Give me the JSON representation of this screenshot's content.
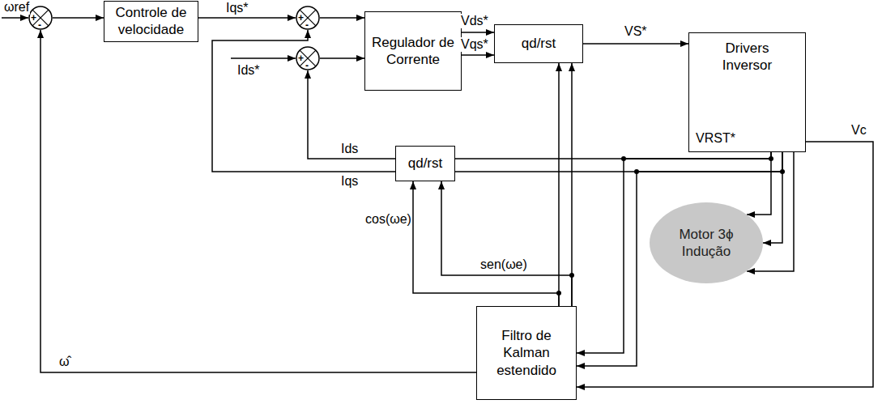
{
  "diagram": {
    "nodes": [
      {
        "text": [
          "+",
          "-"
        ]
      },
      {
        "text": [
          "Controle de velocidade"
        ]
      },
      {
        "text": [
          "+",
          "-"
        ]
      },
      {
        "text": [
          "+",
          "-"
        ]
      },
      {
        "text": [
          "Regulador de Corrente"
        ]
      },
      {
        "text": [
          "qd/rst"
        ]
      },
      {
        "text": [
          "Drivers Inversor"
        ]
      },
      {
        "text": [
          "qd/rst"
        ]
      },
      {
        "text": [
          "Motor 3ϕ Indução"
        ]
      },
      {
        "text": [
          "Filtro de Kalman estendido"
        ]
      }
    ],
    "edges": [
      {
        "from": 0,
        "to": 1,
        "arrow": "to"
      },
      {
        "from": 1,
        "to": 2,
        "arrow": "to",
        "label": "Iqs*"
      },
      {
        "from": 2,
        "to": 4,
        "arrow": "to"
      },
      {
        "from": 3,
        "to": 4,
        "arrow": "to"
      },
      {
        "from": 4,
        "to": 5,
        "arrow": "to",
        "label": "Vds*"
      },
      {
        "from": 4,
        "to": 5,
        "arrow": "to",
        "label": "Vqs*"
      },
      {
        "from": 5,
        "to": 6,
        "arrow": "to",
        "label": "VS*"
      },
      {
        "from": 6,
        "to": 8,
        "arrow": "to"
      },
      {
        "from": 6,
        "to": 8,
        "arrow": "to"
      },
      {
        "from": 6,
        "to": 8,
        "arrow": "to"
      },
      {
        "from": 6,
        "to": 7,
        "arrow": "none"
      },
      {
        "from": 6,
        "to": 7,
        "arrow": "none"
      },
      {
        "from": 6,
        "to": 9,
        "arrow": "to"
      },
      {
        "from": 6,
        "to": 9,
        "arrow": "to"
      },
      {
        "from": 6,
        "to": 9,
        "arrow": "to"
      },
      {
        "from": 9,
        "to": 5,
        "arrow": "to"
      },
      {
        "from": 9,
        "to": 5,
        "arrow": "to"
      },
      {
        "from": 9,
        "to": 7,
        "arrow": "to",
        "label": "sen(ωe)"
      },
      {
        "from": 9,
        "to": 7,
        "arrow": "to",
        "label": "cos(ωe)"
      },
      {
        "from": 7,
        "to": 3,
        "arrow": "to",
        "label": "Ids"
      },
      {
        "from": 7,
        "to": 2,
        "arrow": "to",
        "label": "Iqs"
      },
      {
        "from": 9,
        "to": 0,
        "arrow": "to",
        "label": "ω̂"
      }
    ],
    "labels": [
      "ωref",
      "Ids*",
      "VRST*",
      "Vc"
    ]
  }
}
